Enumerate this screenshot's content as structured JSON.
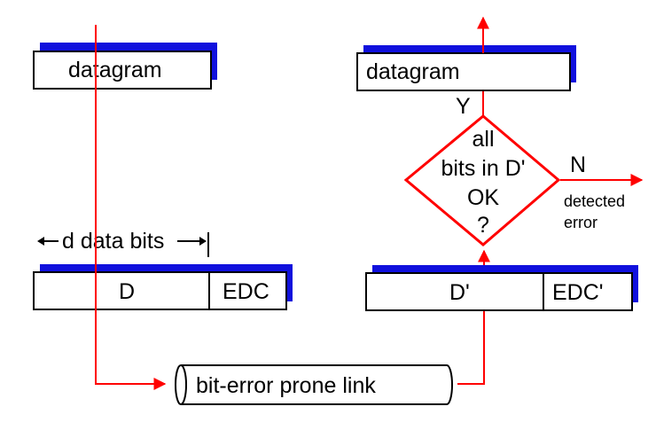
{
  "colors": {
    "flow": "#ff0000",
    "decision": "#ff0000",
    "shadow": "#1010dd",
    "box_border": "#000000",
    "text": "#000000",
    "background": "#ffffff"
  },
  "sender": {
    "datagram_label": "datagram",
    "span_label": "d data bits",
    "data_label": "D",
    "edc_label": "EDC"
  },
  "receiver": {
    "datagram_label": "datagram",
    "data_label": "D'",
    "edc_label": "EDC'",
    "decision_lines": [
      "all",
      "bits in D'",
      "OK",
      "?"
    ],
    "yes_label": "Y",
    "no_label": "N",
    "error_lines": [
      "detected",
      "error"
    ]
  },
  "link": {
    "label": "bit-error prone link"
  }
}
